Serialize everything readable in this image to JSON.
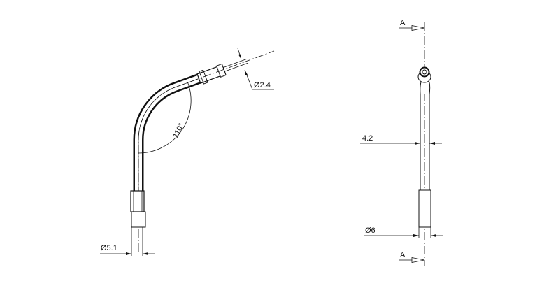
{
  "drawing": {
    "side_view": {
      "bend_angle_label": "110°",
      "tip_diameter_label": "Ø2.4",
      "base_diameter_label": "Ø5.1"
    },
    "front_view": {
      "section_top_label": "A",
      "section_bottom_label": "A",
      "width_label": "4.2",
      "sleeve_diameter_label": "Ø6"
    },
    "line_color": "#111111"
  }
}
